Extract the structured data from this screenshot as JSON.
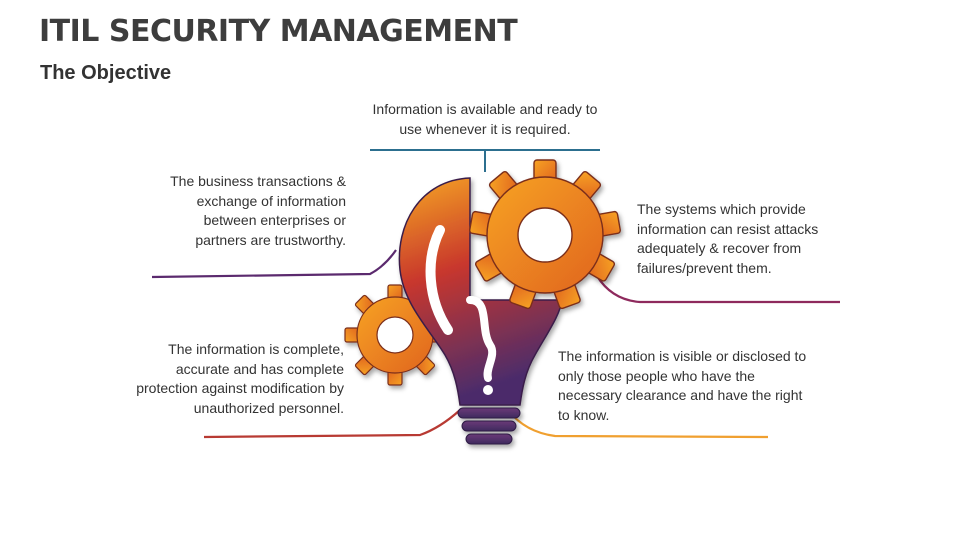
{
  "slide": {
    "title": "ITIL SECURITY MANAGEMENT",
    "subtitle": "The Objective"
  },
  "objectives": {
    "availability": "Information is available and ready to use whenever it is required.",
    "business": "The business transactions & exchange of information between enterprises or partners are trustworthy.",
    "resilience": "The systems which provide information can resist attacks adequately & recover from failures/prevent them.",
    "integrity": "The information is complete, accurate and has complete protection against modification by unauthorized personnel.",
    "confidentiality": "The information is visible or disclosed to only those people who have the necessary clearance and have the right to know."
  },
  "colors": {
    "availability": "#2c6f8f",
    "business": "#5b2a6e",
    "resilience": "#8e2a5d",
    "integrity": "#b83a33",
    "confidentiality": "#f0a030",
    "gradient_top": "#f6a623",
    "gradient_mid": "#c8372d",
    "gradient_bottom": "#4b2c6b"
  },
  "icons": {
    "center": "lightbulb-gears-icon"
  }
}
